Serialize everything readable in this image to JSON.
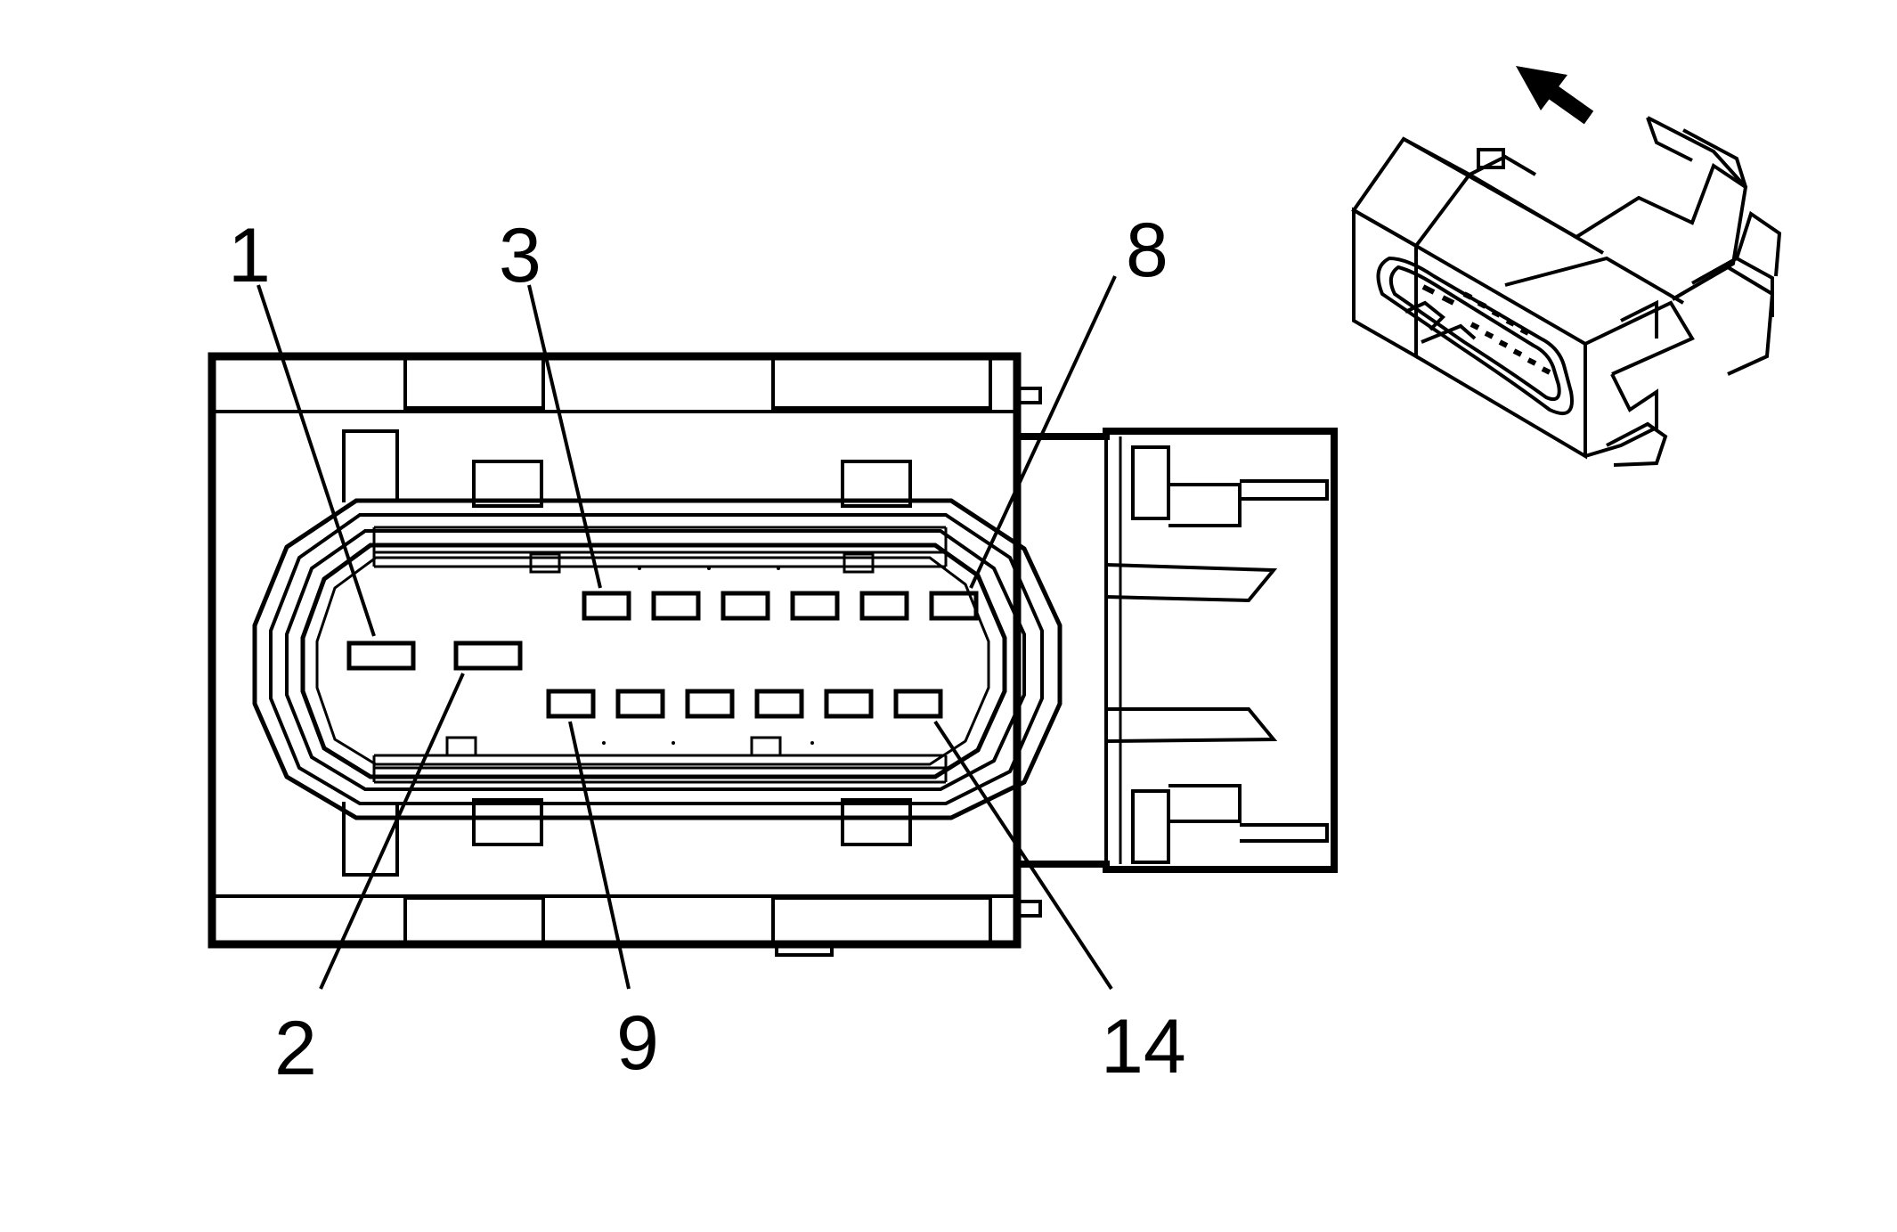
{
  "pin_labels": {
    "p1": "1",
    "p2": "2",
    "p3": "3",
    "p8": "8",
    "p9": "9",
    "p14": "14"
  },
  "colors": {
    "line": "#000000",
    "background": "#ffffff"
  },
  "icons": {
    "direction": "arrow-up-left-icon",
    "inset": "connector-isometric-icon"
  }
}
